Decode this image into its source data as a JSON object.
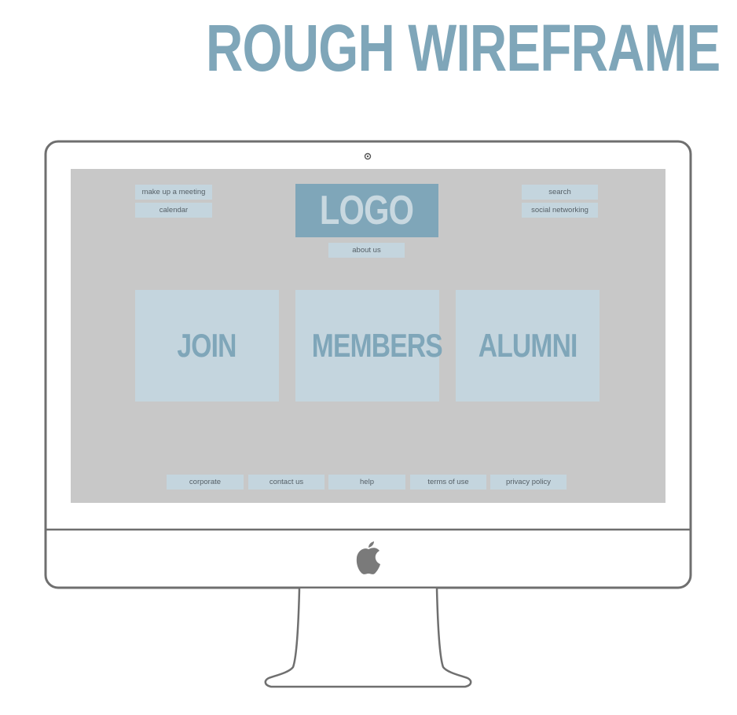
{
  "title": "ROUGH WIREFRAME",
  "screen": {
    "top_left_links": [
      "make up a meeting",
      "calendar"
    ],
    "top_right_links": [
      "search",
      "social networking"
    ],
    "logo": "LOGO",
    "about_link": "about us",
    "tiles": [
      "JOIN",
      "MEMBERS",
      "ALUMNI"
    ],
    "footer_links": [
      "corporate",
      "contact us",
      "help",
      "terms of use",
      "privacy policy"
    ]
  },
  "colors": {
    "accent": "#7fa6b9",
    "tile_fill": "#c4d5de",
    "screen_background": "#c8c8c8",
    "monitor_outline": "#6f6f6f"
  },
  "icons": {
    "camera": "camera-icon",
    "brand": "apple-logo-icon"
  }
}
